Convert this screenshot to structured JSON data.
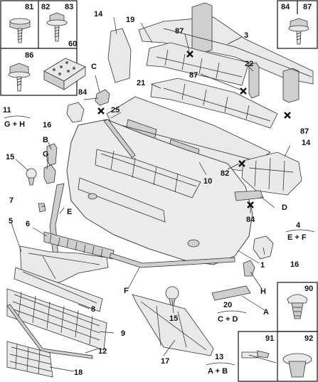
{
  "callouts": {
    "n1": "1",
    "n3": "3",
    "n4": "4",
    "n5": "5",
    "n6": "6",
    "n7": "7",
    "n8": "8",
    "n9": "9",
    "n10": "10",
    "n11": "11",
    "n12": "12",
    "n13": "13",
    "n14a": "14",
    "n14b": "14",
    "n15a": "15",
    "n15b": "15",
    "n16a": "16",
    "n16b": "16",
    "n17": "17",
    "n18": "18",
    "n19": "19",
    "n20": "20",
    "n21": "21",
    "n22": "22",
    "n25": "25",
    "n60": "60",
    "n81": "81",
    "n82a": "82",
    "n82b": "82",
    "n83": "83",
    "n84a": "84",
    "n84b": "84",
    "n84c": "84",
    "n86": "86",
    "n87a": "87",
    "n87b": "87",
    "n87c": "87",
    "n87d": "87",
    "n90": "90",
    "n91": "91",
    "n92": "92",
    "B": "B",
    "C": "C",
    "D": "D",
    "E": "E",
    "F": "F",
    "G": "G",
    "H": "H",
    "A": "A"
  },
  "groups": {
    "g11": "G + H",
    "g4": "E + F",
    "g20": "C + D",
    "g13": "A + B"
  }
}
